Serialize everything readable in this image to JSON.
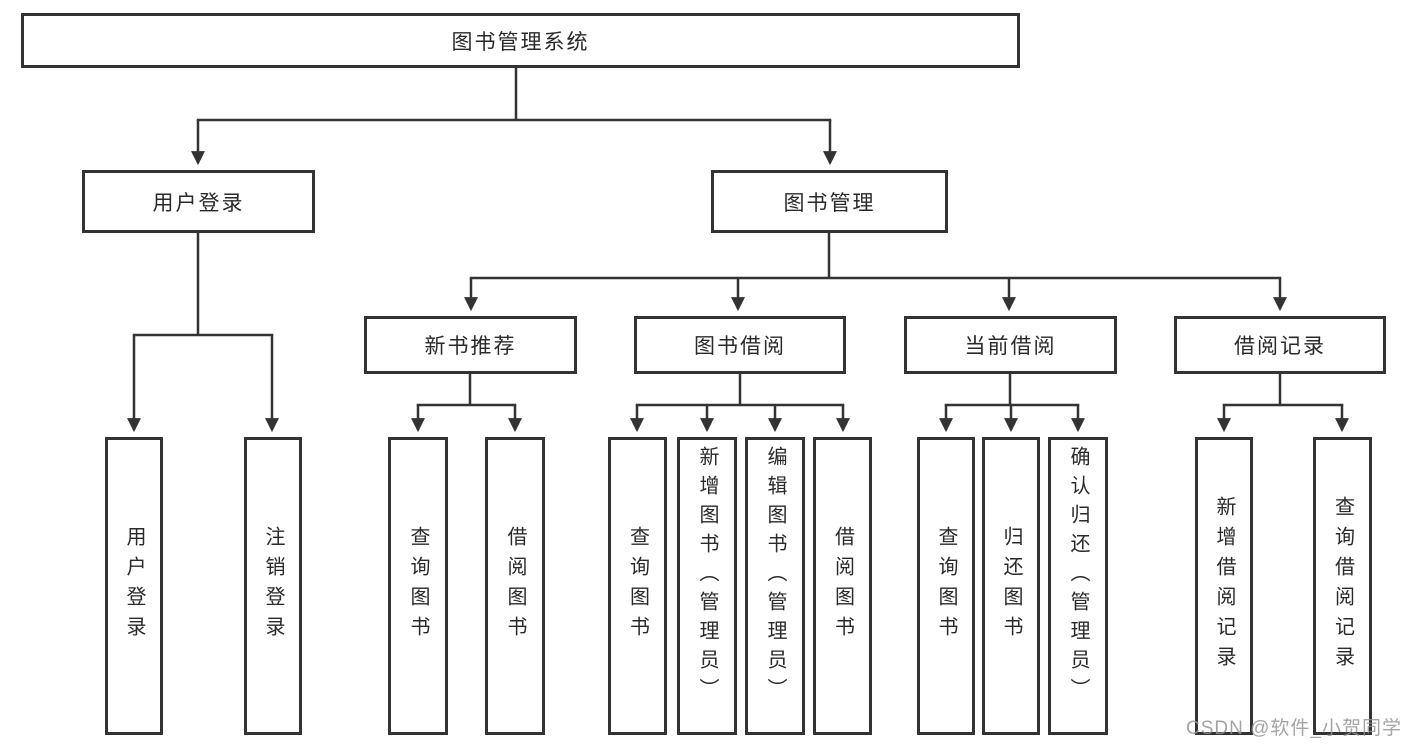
{
  "tree": {
    "root": {
      "label": "图书管理系统"
    },
    "branches": [
      {
        "label": "用户登录",
        "children": [
          {
            "label": "用户登录"
          },
          {
            "label": "注销登录"
          }
        ]
      },
      {
        "label": "图书管理",
        "children": [
          {
            "label": "新书推荐",
            "children": [
              {
                "label": "查询图书"
              },
              {
                "label": "借阅图书"
              }
            ]
          },
          {
            "label": "图书借阅",
            "children": [
              {
                "label": "查询图书"
              },
              {
                "label": "新增图书（管理员）"
              },
              {
                "label": "编辑图书（管理员）"
              },
              {
                "label": "借阅图书"
              }
            ]
          },
          {
            "label": "当前借阅",
            "children": [
              {
                "label": "查询图书"
              },
              {
                "label": "归还图书"
              },
              {
                "label": "确认归还（管理员）"
              }
            ]
          },
          {
            "label": "借阅记录",
            "children": [
              {
                "label": "新增借阅记录"
              },
              {
                "label": "查询借阅记录"
              }
            ]
          }
        ]
      }
    ]
  },
  "watermark": "CSDN @软件_小贺同学",
  "colors": {
    "line": "#333333",
    "box_border": "#333333",
    "box_fill": "#ffffff",
    "text": "#2a2a2a",
    "watermark": "#949494",
    "background": "#ffffff"
  }
}
